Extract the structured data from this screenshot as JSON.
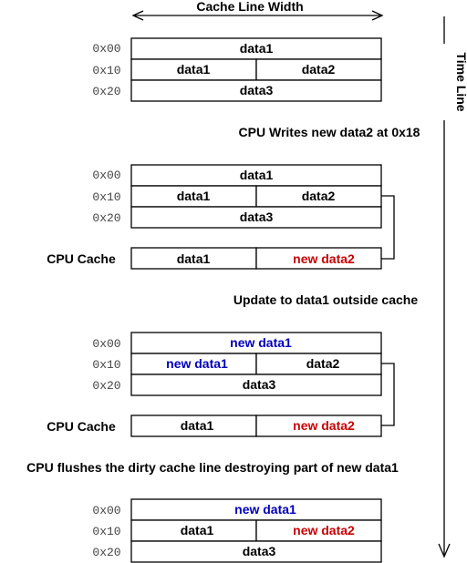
{
  "title": "Cache Line Width",
  "timeline_label": "Time Line",
  "colors": {
    "red": "#cc0000",
    "blue": "#0000bb",
    "black": "#000000"
  },
  "stages": [
    {
      "rows": [
        {
          "addr": "0x00",
          "cells": [
            {
              "text": "data1",
              "color": "black"
            }
          ]
        },
        {
          "addr": "0x10",
          "cells": [
            {
              "text": "data1",
              "color": "black"
            },
            {
              "text": "data2",
              "color": "black"
            }
          ]
        },
        {
          "addr": "0x20",
          "cells": [
            {
              "text": "data3",
              "color": "black"
            }
          ]
        }
      ]
    },
    {
      "caption": "CPU Writes new data2 at 0x18",
      "rows": [
        {
          "addr": "0x00",
          "cells": [
            {
              "text": "data1",
              "color": "black"
            }
          ]
        },
        {
          "addr": "0x10",
          "cells": [
            {
              "text": "data1",
              "color": "black"
            },
            {
              "text": "data2",
              "color": "black"
            }
          ]
        },
        {
          "addr": "0x20",
          "cells": [
            {
              "text": "data3",
              "color": "black"
            }
          ]
        }
      ],
      "cache": {
        "label": "CPU Cache",
        "cells": [
          {
            "text": "data1",
            "color": "black"
          },
          {
            "text": "new data2",
            "color": "red"
          }
        ]
      }
    },
    {
      "caption": "Update to data1 outside cache",
      "rows": [
        {
          "addr": "0x00",
          "cells": [
            {
              "text": "new data1",
              "color": "blue"
            }
          ]
        },
        {
          "addr": "0x10",
          "cells": [
            {
              "text": "new data1",
              "color": "blue"
            },
            {
              "text": "data2",
              "color": "black"
            }
          ]
        },
        {
          "addr": "0x20",
          "cells": [
            {
              "text": "data3",
              "color": "black"
            }
          ]
        }
      ],
      "cache": {
        "label": "CPU Cache",
        "cells": [
          {
            "text": "data1",
            "color": "black"
          },
          {
            "text": "new data2",
            "color": "red"
          }
        ]
      }
    },
    {
      "caption": "CPU flushes the dirty cache line destroying part of new data1",
      "rows": [
        {
          "addr": "0x00",
          "cells": [
            {
              "text": "new data1",
              "color": "blue"
            }
          ]
        },
        {
          "addr": "0x10",
          "cells": [
            {
              "text": "data1",
              "color": "black"
            },
            {
              "text": "new data2",
              "color": "red"
            }
          ]
        },
        {
          "addr": "0x20",
          "cells": [
            {
              "text": "data3",
              "color": "black"
            }
          ]
        }
      ]
    }
  ]
}
